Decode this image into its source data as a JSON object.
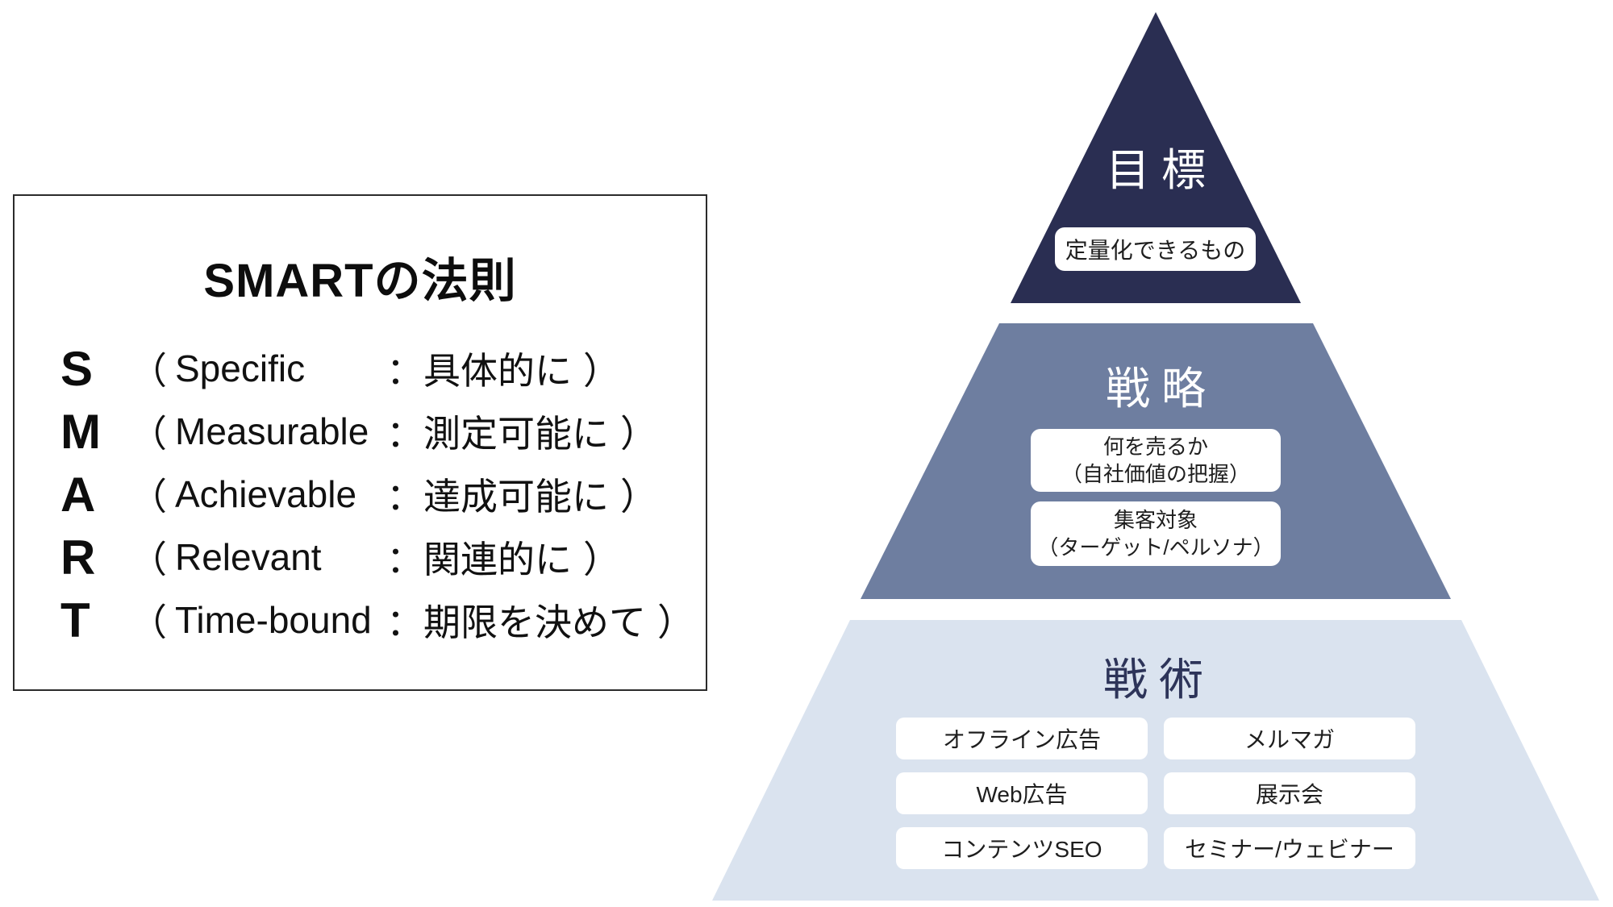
{
  "smart_panel": {
    "title": "SMARTの法則",
    "rows": [
      {
        "letter": "S",
        "open": "（",
        "name": "Specific",
        "colon": "：",
        "meaning": "具体的に",
        "close": "）"
      },
      {
        "letter": "M",
        "open": "（",
        "name": "Measurable",
        "colon": "：",
        "meaning": "測定可能に",
        "close": "）"
      },
      {
        "letter": "A",
        "open": "（",
        "name": "Achievable",
        "colon": "：",
        "meaning": "達成可能に",
        "close": "）"
      },
      {
        "letter": "R",
        "open": "（",
        "name": "Relevant",
        "colon": "：",
        "meaning": "関連的に",
        "close": "）"
      },
      {
        "letter": "T",
        "open": "（",
        "name": "Time-bound",
        "colon": "：",
        "meaning": "期限を決めて",
        "close": "）"
      }
    ]
  },
  "pyramid": {
    "tier1": {
      "label": "目標",
      "color": "#2a2e52",
      "box": "定量化できるもの"
    },
    "tier2": {
      "label": "戦略",
      "color": "#6e7ea0",
      "boxes": [
        {
          "line1": "何を売るか",
          "line2": "（自社価値の把握）"
        },
        {
          "line1": "集客対象",
          "line2": "（ターゲット/ペルソナ）"
        }
      ]
    },
    "tier3": {
      "label": "戦術",
      "color": "#dae3ef",
      "label_color": "#2d3459",
      "left_boxes": [
        "オフライン広告",
        "Web広告",
        "コンテンツSEO"
      ],
      "right_boxes": [
        "メルマガ",
        "展示会",
        "セミナー/ウェビナー"
      ]
    }
  }
}
